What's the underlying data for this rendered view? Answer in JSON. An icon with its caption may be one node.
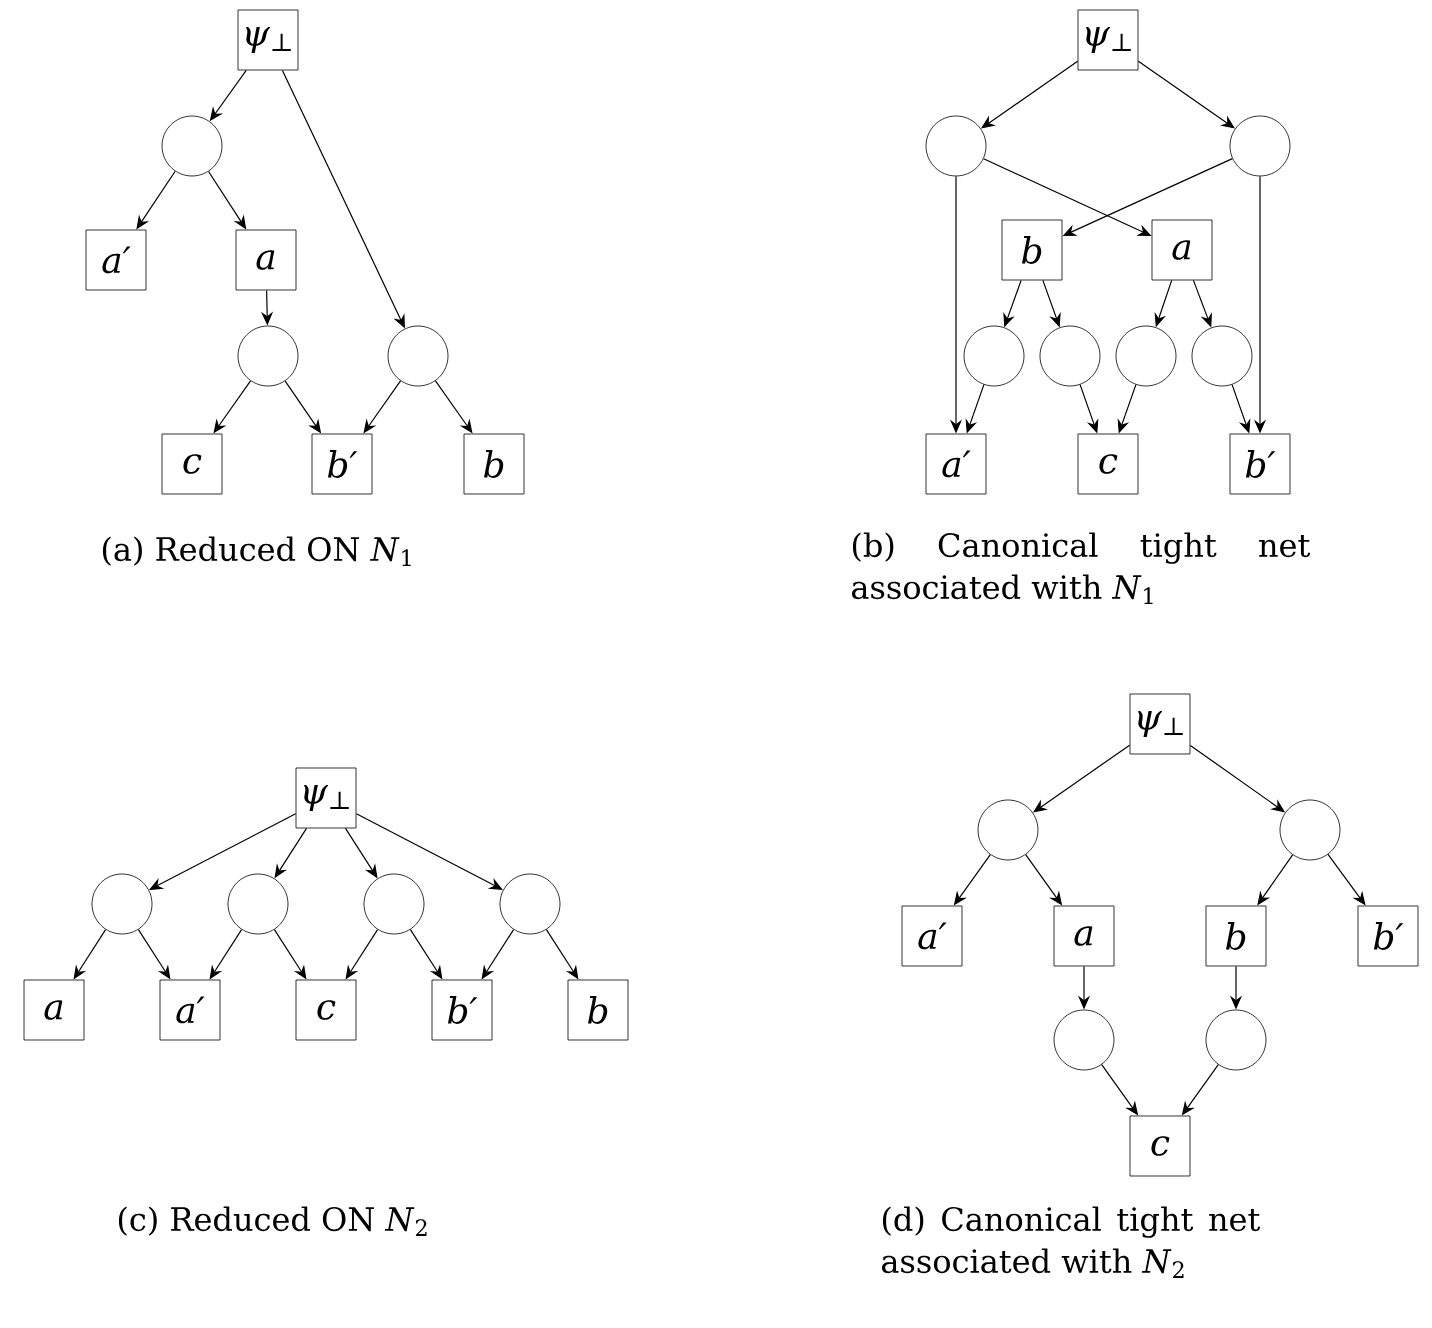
{
  "diagram": {
    "nodes": [
      {
        "text": [
          "ψ$_{⊥}$"
        ]
      },
      {
        "text": [],
        "shape": "circle"
      },
      {
        "text": [
          "a′"
        ]
      },
      {
        "text": [
          "a"
        ]
      },
      {
        "text": [],
        "shape": "circle"
      },
      {
        "text": [],
        "shape": "circle"
      },
      {
        "text": [
          "c"
        ]
      },
      {
        "text": [
          "b′"
        ]
      },
      {
        "text": [
          "b"
        ]
      },
      {
        "text": [
          "ψ$_{⊥}$"
        ]
      },
      {
        "text": [],
        "shape": "circle"
      },
      {
        "text": [],
        "shape": "circle"
      },
      {
        "text": [
          "b"
        ]
      },
      {
        "text": [
          "a"
        ]
      },
      {
        "text": [],
        "shape": "circle"
      },
      {
        "text": [],
        "shape": "circle"
      },
      {
        "text": [],
        "shape": "circle"
      },
      {
        "text": [],
        "shape": "circle"
      },
      {
        "text": [
          "a′"
        ]
      },
      {
        "text": [
          "c"
        ]
      },
      {
        "text": [
          "b′"
        ]
      },
      {
        "text": [
          "ψ$_{⊥}$"
        ]
      },
      {
        "text": [],
        "shape": "circle"
      },
      {
        "text": [],
        "shape": "circle"
      },
      {
        "text": [],
        "shape": "circle"
      },
      {
        "text": [],
        "shape": "circle"
      },
      {
        "text": [
          "a"
        ]
      },
      {
        "text": [
          "a′"
        ]
      },
      {
        "text": [
          "c"
        ]
      },
      {
        "text": [
          "b′"
        ]
      },
      {
        "text": [
          "b"
        ]
      },
      {
        "text": [
          "ψ$_{⊥}$"
        ]
      },
      {
        "text": [],
        "shape": "circle"
      },
      {
        "text": [],
        "shape": "circle"
      },
      {
        "text": [
          "a′"
        ]
      },
      {
        "text": [
          "a"
        ]
      },
      {
        "text": [
          "b"
        ]
      },
      {
        "text": [
          "b′"
        ]
      },
      {
        "text": [],
        "shape": "circle"
      },
      {
        "text": [],
        "shape": "circle"
      },
      {
        "text": [
          "c"
        ]
      }
    ],
    "edges": [
      {
        "from": 0,
        "to": 1,
        "arrow": "to"
      },
      {
        "from": 0,
        "to": 5,
        "arrow": "to"
      },
      {
        "from": 1,
        "to": 2,
        "arrow": "to"
      },
      {
        "from": 1,
        "to": 3,
        "arrow": "to"
      },
      {
        "from": 3,
        "to": 4,
        "arrow": "to"
      },
      {
        "from": 4,
        "to": 6,
        "arrow": "to"
      },
      {
        "from": 4,
        "to": 7,
        "arrow": "to"
      },
      {
        "from": 5,
        "to": 7,
        "arrow": "to"
      },
      {
        "from": 5,
        "to": 8,
        "arrow": "to"
      },
      {
        "from": 9,
        "to": 10,
        "arrow": "to"
      },
      {
        "from": 9,
        "to": 11,
        "arrow": "to"
      },
      {
        "from": 10,
        "to": 13,
        "arrow": "to"
      },
      {
        "from": 11,
        "to": 12,
        "arrow": "to"
      },
      {
        "from": 10,
        "to": 18,
        "arrow": "to"
      },
      {
        "from": 11,
        "to": 20,
        "arrow": "to"
      },
      {
        "from": 12,
        "to": 14,
        "arrow": "to"
      },
      {
        "from": 12,
        "to": 15,
        "arrow": "to"
      },
      {
        "from": 13,
        "to": 16,
        "arrow": "to"
      },
      {
        "from": 13,
        "to": 17,
        "arrow": "to"
      },
      {
        "from": 14,
        "to": 18,
        "arrow": "to"
      },
      {
        "from": 15,
        "to": 19,
        "arrow": "to"
      },
      {
        "from": 16,
        "to": 19,
        "arrow": "to"
      },
      {
        "from": 17,
        "to": 20,
        "arrow": "to"
      },
      {
        "from": 21,
        "to": 22,
        "arrow": "to"
      },
      {
        "from": 21,
        "to": 23,
        "arrow": "to"
      },
      {
        "from": 21,
        "to": 24,
        "arrow": "to"
      },
      {
        "from": 21,
        "to": 25,
        "arrow": "to"
      },
      {
        "from": 22,
        "to": 26,
        "arrow": "to"
      },
      {
        "from": 22,
        "to": 27,
        "arrow": "to"
      },
      {
        "from": 23,
        "to": 27,
        "arrow": "to"
      },
      {
        "from": 23,
        "to": 28,
        "arrow": "to"
      },
      {
        "from": 24,
        "to": 28,
        "arrow": "to"
      },
      {
        "from": 24,
        "to": 29,
        "arrow": "to"
      },
      {
        "from": 25,
        "to": 29,
        "arrow": "to"
      },
      {
        "from": 25,
        "to": 30,
        "arrow": "to"
      },
      {
        "from": 31,
        "to": 32,
        "arrow": "to"
      },
      {
        "from": 31,
        "to": 33,
        "arrow": "to"
      },
      {
        "from": 32,
        "to": 34,
        "arrow": "to"
      },
      {
        "from": 32,
        "to": 35,
        "arrow": "to"
      },
      {
        "from": 33,
        "to": 36,
        "arrow": "to"
      },
      {
        "from": 33,
        "to": 37,
        "arrow": "to"
      },
      {
        "from": 35,
        "to": 38,
        "arrow": "to"
      },
      {
        "from": 36,
        "to": 39,
        "arrow": "to"
      },
      {
        "from": 38,
        "to": 40,
        "arrow": "to"
      },
      {
        "from": 39,
        "to": 40,
        "arrow": "to"
      }
    ],
    "labels": [
      "(a)  Reduced ON *N*$_{1}$",
      "(b)  Canonical tight net associated with *N*$_{1}$",
      "(c)  Reduced ON *N*$_{2}$",
      "(d)  Canonical tight net associated with *N*$_{2}$"
    ]
  }
}
